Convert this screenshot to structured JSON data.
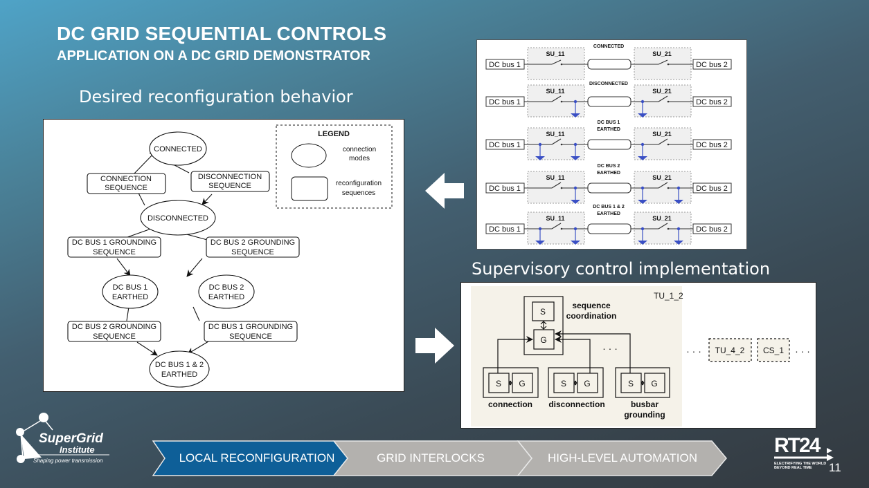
{
  "header": {
    "title": "DC GRID SEQUENTIAL CONTROLS",
    "subtitle": "APPLICATION ON A DC GRID DEMONSTRATOR"
  },
  "left_section": {
    "label": "Desired reconfiguration behavior",
    "state_diagram": {
      "modes": {
        "connected": "CONNECTED",
        "disconnected": "DISCONNECTED",
        "bus1_earthed_l1": "DC BUS 1",
        "bus1_earthed_l2": "EARTHED",
        "bus2_earthed_l1": "DC BUS 2",
        "bus2_earthed_l2": "EARTHED",
        "both_earthed_l1": "DC BUS 1 & 2",
        "both_earthed_l2": "EARTHED"
      },
      "sequences": {
        "connection_l1": "CONNECTION",
        "connection_l2": "SEQUENCE",
        "disconnection_l1": "DISCONNECTION",
        "disconnection_l2": "SEQUENCE",
        "bus1_grounding_a_l1": "DC BUS 1 GROUNDING",
        "bus1_grounding_a_l2": "SEQUENCE",
        "bus2_grounding_a_l1": "DC BUS 2 GROUNDING",
        "bus2_grounding_a_l2": "SEQUENCE",
        "bus2_grounding_b_l1": "DC BUS 2 GROUNDING",
        "bus2_grounding_b_l2": "SEQUENCE",
        "bus1_grounding_b_l1": "DC BUS 1 GROUNDING",
        "bus1_grounding_b_l2": "SEQUENCE"
      },
      "legend": {
        "title": "LEGEND",
        "modes_l1": "connection",
        "modes_l2": "modes",
        "sequences_l1": "reconfiguration",
        "sequences_l2": "sequences"
      }
    }
  },
  "circuit_diagram": {
    "bus1": "DC bus 1",
    "bus2": "DC bus 2",
    "unit_left": "SU_11",
    "unit_right": "SU_21",
    "rows": [
      {
        "state_l1": "CONNECTED",
        "state_l2": ""
      },
      {
        "state_l1": "DISCONNECTED",
        "state_l2": ""
      },
      {
        "state_l1": "DC BUS 1",
        "state_l2": "EARTHED"
      },
      {
        "state_l1": "DC BUS 2",
        "state_l2": "EARTHED"
      },
      {
        "state_l1": "DC BUS 1 & 2",
        "state_l2": "EARTHED"
      }
    ]
  },
  "right_section": {
    "label": "Supervisory control implementation",
    "supervisory": {
      "unit_name": "TU_1_2",
      "coordination_l1": "sequence",
      "coordination_l2": "coordination",
      "s": "S",
      "g": "G",
      "ellipsis": "· · ·",
      "modules": {
        "connection": "connection",
        "disconnection": "disconnection",
        "busbar_l1": "busbar",
        "busbar_l2": "grounding"
      },
      "other_units": [
        "TU_4_2",
        "CS_1"
      ]
    }
  },
  "footer": {
    "steps": [
      {
        "label": "LOCAL RECONFIGURATION",
        "active": true
      },
      {
        "label": "GRID INTERLOCKS",
        "active": false
      },
      {
        "label": "HIGH-LEVEL AUTOMATION",
        "active": false
      }
    ],
    "logo_name": "SuperGrid",
    "logo_sub": "Institute",
    "logo_tagline": "Shaping power transmission",
    "event_logo": "RT24",
    "event_tagline_l1": "ELECTRIFYING THE WORLD",
    "event_tagline_l2": "BEYOND REAL TIME",
    "page_number": "11"
  },
  "colors": {
    "active_step": "#0e5f98",
    "inactive_step": "#b3b1ae",
    "earth_blue": "#3a4fc4",
    "panel_beige": "#f5f2e9"
  }
}
